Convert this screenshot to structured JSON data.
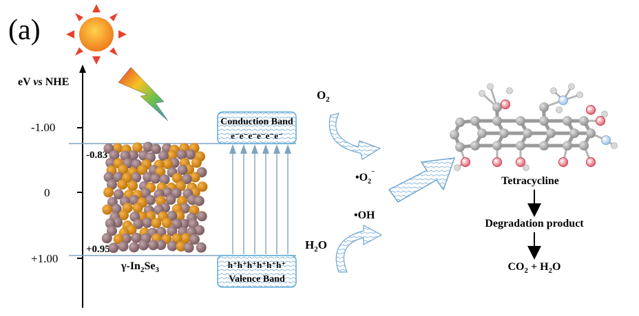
{
  "panel_label": "(a)",
  "axis": {
    "label_prefix": "eV ",
    "label_vs": "vs",
    "label_suffix": " NHE",
    "ticks": [
      "-1.00",
      "0",
      "+1.00"
    ]
  },
  "band_edges": {
    "cb_potential": "-0.83",
    "vb_potential": "+0.95"
  },
  "material": {
    "label_main": "γ-In",
    "sub1": "2",
    "mid": "Se",
    "sub2": "3"
  },
  "conduction_band": {
    "title": "Conduction Band",
    "electrons": "e⁻e⁻e⁻e⁻e⁻e⁻"
  },
  "valence_band": {
    "title": "Valence Band",
    "holes": "h⁺h⁺h⁺h⁺h⁺h⁺"
  },
  "species": {
    "o2": "O",
    "o2_sub": "2",
    "superoxide": "•O",
    "superoxide_sub": "2",
    "superoxide_sup": "⁻",
    "hydroxyl": "•OH",
    "water": "H",
    "water_sub": "2",
    "water_end": "O"
  },
  "pathway": {
    "reactant": "Tetracycline",
    "intermediate": "Degradation product",
    "final_a": "CO",
    "final_sub": "2",
    "final_b": " + H",
    "final_sub2": "2",
    "final_c": "O"
  },
  "colors": {
    "sun_core": "#f5a623",
    "sun_rays": "#e8432e",
    "band_box": "#5aa8d8",
    "arrow_blue": "#8fb9dd",
    "atom_orange": "#d98a14",
    "atom_mauve": "#9a7a7e",
    "carbon": "#a9a9a9",
    "oxygen": "#e0505f",
    "nitrogen": "#a8c8e8"
  },
  "icons": [
    "sun-icon",
    "lightning-icon",
    "curved-arrow-icon",
    "wide-arrow-icon",
    "molecule-icon"
  ]
}
